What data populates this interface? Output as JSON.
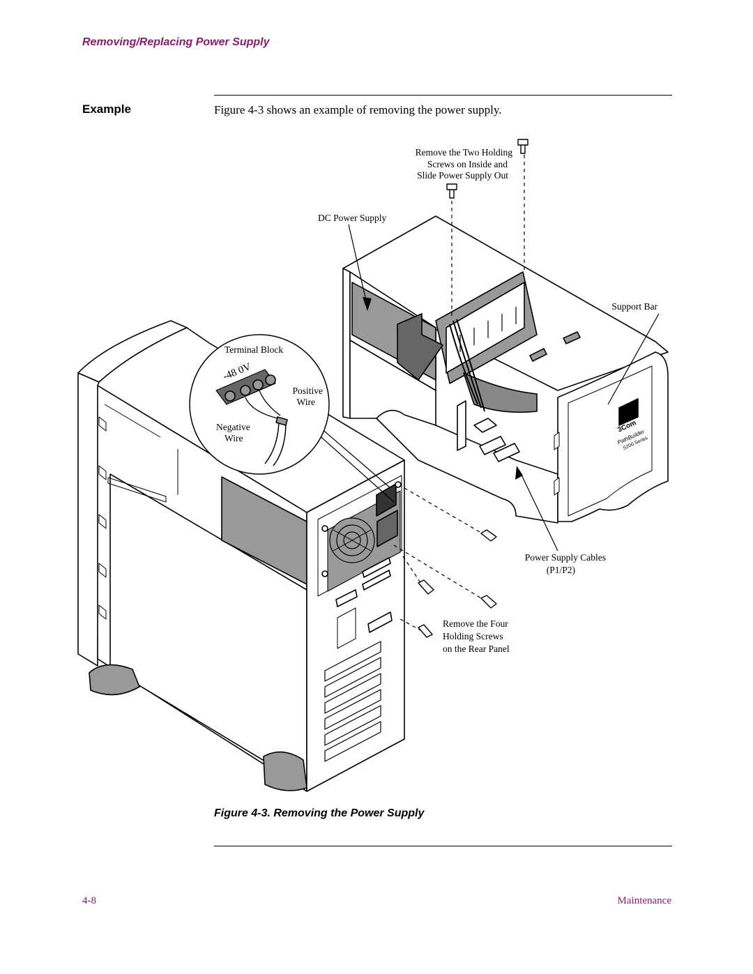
{
  "header": {
    "running_title": "Removing/Replacing Power Supply"
  },
  "section": {
    "side_heading": "Example",
    "body_text": "Figure 4-3  shows an example of removing the power supply."
  },
  "figure": {
    "callouts": {
      "holding_screws_line1": "Remove the Two Holding",
      "holding_screws_line2": "Screws on Inside and",
      "holding_screws_line3": "Slide Power Supply Out",
      "dc_power_supply": "DC Power Supply",
      "support_bar": "Support Bar",
      "terminal_block": "Terminal Block",
      "positive_line1": "Positive",
      "positive_line2": "Wire",
      "negative_line1": "Negative",
      "negative_line2": "Wire",
      "voltage_marking": "-48 0V",
      "cables_line1": "Power Supply Cables",
      "cables_line2": "(P1/P2)",
      "rear_screws_line1": "Remove the Four",
      "rear_screws_line2": "Holding Screws",
      "rear_screws_line3": "on the Rear Panel",
      "logo_brand": "3Com",
      "logo_product": "PathBuilder",
      "logo_series": "S200 Series"
    },
    "caption": "Figure 4-3. Removing the Power Supply"
  },
  "footer": {
    "page_number": "4-8",
    "chapter": "Maintenance"
  },
  "colors": {
    "accent": "#8a1a6e"
  }
}
